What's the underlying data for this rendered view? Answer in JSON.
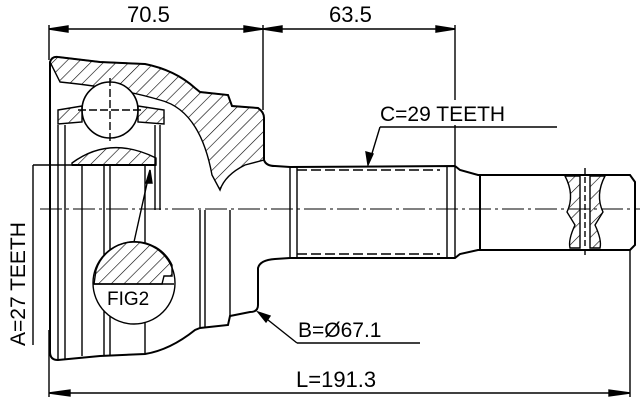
{
  "drawing": {
    "subject": "CV joint outer assembly technical drawing",
    "dimensions": {
      "outer_joint_length": "70.5",
      "shaft_length": "63.5",
      "total_length": "L=191.3"
    },
    "callouts": {
      "shaft_spline": "C=29 TEETH",
      "inner_spline": "A=27 TEETH",
      "abs_diameter": "B=Ø67.1",
      "detail_figure": "FIG2"
    },
    "colors": {
      "line": "#000000",
      "background": "#ffffff"
    }
  }
}
